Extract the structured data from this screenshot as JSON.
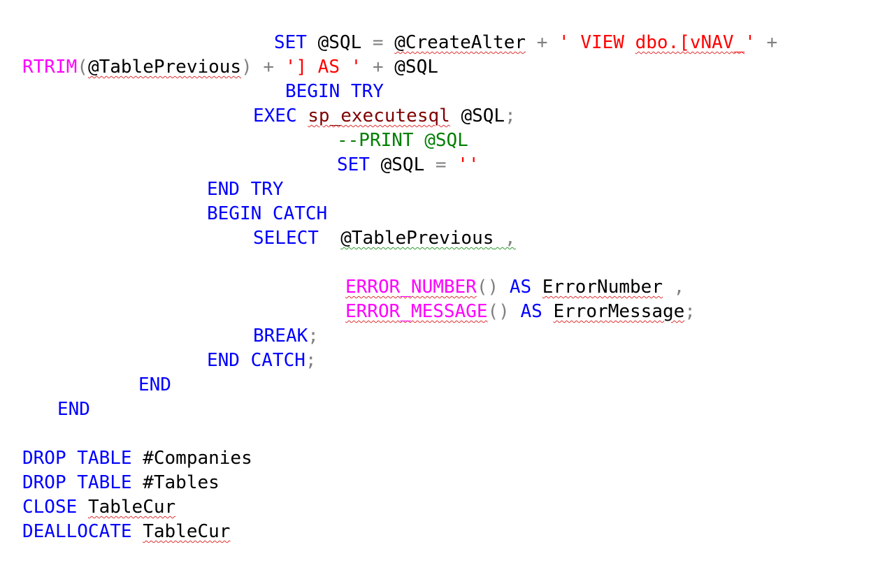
{
  "code_lines": [
    {
      "tokens": [
        {
          "t": "SET",
          "c": "kw"
        },
        {
          "t": " "
        },
        {
          "t": "@SQL",
          "c": "id"
        },
        {
          "t": " "
        },
        {
          "t": "=",
          "c": "op"
        },
        {
          "t": " "
        },
        {
          "t": "@CreateAlter",
          "c": "id",
          "sq": "red"
        },
        {
          "t": " "
        },
        {
          "t": "+",
          "c": "op"
        },
        {
          "t": " "
        },
        {
          "t": "' VIEW ",
          "c": "str"
        },
        {
          "t": "dbo.[vNAV_",
          "c": "str",
          "sq": "red"
        },
        {
          "t": "'",
          "c": "str"
        },
        {
          "t": " "
        },
        {
          "t": "+",
          "c": "op"
        }
      ]
    },
    {
      "tokens": [
        {
          "t": "RTRIM",
          "c": "fn"
        },
        {
          "t": "(",
          "c": "op"
        },
        {
          "t": "@TablePrevious",
          "c": "id",
          "sq": "red"
        },
        {
          "t": ")",
          "c": "op"
        },
        {
          "t": " "
        },
        {
          "t": "+",
          "c": "op"
        },
        {
          "t": " "
        },
        {
          "t": "'] AS '",
          "c": "str"
        },
        {
          "t": " "
        },
        {
          "t": "+",
          "c": "op"
        },
        {
          "t": " "
        },
        {
          "t": "@SQL",
          "c": "id"
        }
      ]
    },
    {
      "tokens": [
        {
          "t": "BEGIN TRY",
          "c": "kw"
        }
      ]
    },
    {
      "tokens": [
        {
          "t": "EXEC",
          "c": "kw"
        },
        {
          "t": " "
        },
        {
          "t": "sp_executesql",
          "c": "sp",
          "sq": "red"
        },
        {
          "t": " "
        },
        {
          "t": "@SQL",
          "c": "id"
        },
        {
          "t": ";",
          "c": "op"
        }
      ]
    },
    {
      "tokens": [
        {
          "t": "--PRINT @SQL",
          "c": "cm"
        }
      ]
    },
    {
      "tokens": [
        {
          "t": "SET",
          "c": "kw"
        },
        {
          "t": " "
        },
        {
          "t": "@SQL",
          "c": "id"
        },
        {
          "t": " "
        },
        {
          "t": "=",
          "c": "op"
        },
        {
          "t": " "
        },
        {
          "t": "''",
          "c": "str"
        }
      ]
    },
    {
      "tokens": [
        {
          "t": "END TRY",
          "c": "kw"
        }
      ]
    },
    {
      "tokens": [
        {
          "t": "BEGIN CATCH",
          "c": "kw"
        }
      ]
    },
    {
      "tokens": [
        {
          "t": "SELECT",
          "c": "kw"
        },
        {
          "t": "  "
        },
        {
          "t": "@TablePrevious",
          "c": "id",
          "sq": "green"
        },
        {
          "t": " ,",
          "c": "op",
          "sq": "green"
        }
      ]
    },
    {
      "tokens": []
    },
    {
      "tokens": [
        {
          "t": "ERROR_NUMBER",
          "c": "fn",
          "sq": "red"
        },
        {
          "t": "()",
          "c": "op"
        },
        {
          "t": " "
        },
        {
          "t": "AS",
          "c": "kw"
        },
        {
          "t": " "
        },
        {
          "t": "ErrorNumber",
          "c": "id",
          "sq": "red"
        },
        {
          "t": " ,",
          "c": "op"
        }
      ]
    },
    {
      "tokens": [
        {
          "t": "ERROR_MESSAGE",
          "c": "fn",
          "sq": "red"
        },
        {
          "t": "()",
          "c": "op"
        },
        {
          "t": " "
        },
        {
          "t": "AS",
          "c": "kw"
        },
        {
          "t": " "
        },
        {
          "t": "ErrorMessage",
          "c": "id",
          "sq": "red"
        },
        {
          "t": ";",
          "c": "op"
        }
      ]
    },
    {
      "tokens": [
        {
          "t": "BREAK",
          "c": "kw"
        },
        {
          "t": ";",
          "c": "op"
        }
      ]
    },
    {
      "tokens": [
        {
          "t": "END CATCH",
          "c": "kw"
        },
        {
          "t": ";",
          "c": "op"
        }
      ]
    },
    {
      "tokens": [
        {
          "t": "END",
          "c": "kw"
        }
      ]
    },
    {
      "tokens": [
        {
          "t": "END",
          "c": "kw"
        }
      ]
    },
    {
      "tokens": []
    },
    {
      "tokens": [
        {
          "t": "DROP TABLE",
          "c": "kw"
        },
        {
          "t": " "
        },
        {
          "t": "#Companies",
          "c": "id"
        }
      ]
    },
    {
      "tokens": [
        {
          "t": "DROP TABLE",
          "c": "kw"
        },
        {
          "t": " "
        },
        {
          "t": "#Tables",
          "c": "id"
        }
      ]
    },
    {
      "tokens": [
        {
          "t": "CLOSE",
          "c": "kw"
        },
        {
          "t": " "
        },
        {
          "t": "TableCur",
          "c": "id",
          "sq": "red"
        }
      ]
    },
    {
      "tokens": [
        {
          "t": "DEALLOCATE",
          "c": "kw"
        },
        {
          "t": " "
        },
        {
          "t": "TableCur",
          "c": "id",
          "sq": "red"
        }
      ]
    }
  ],
  "colors": {
    "keyword": "#0000ff",
    "operator": "#808080",
    "string": "#ff0000",
    "function": "#ff00ff",
    "comment": "#008000",
    "identifier": "#000000",
    "system_proc": "#800000"
  }
}
